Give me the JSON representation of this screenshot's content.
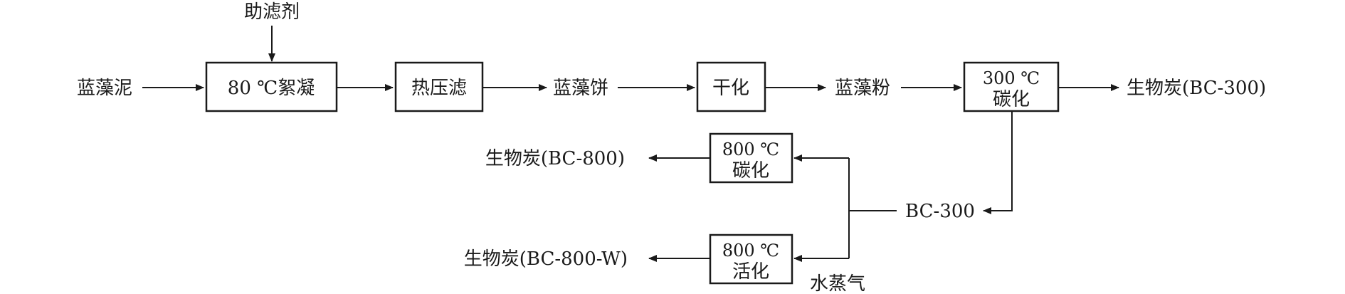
{
  "diagram": {
    "inputs": {
      "algae_mud": "蓝藻泥",
      "filter_aid": "助滤剂",
      "steam": "水蒸气"
    },
    "steps": {
      "flocculation": "80 ℃絮凝",
      "hot_press_filter": "热压滤",
      "drying": "干化",
      "carbonization_300": [
        "300 ℃",
        "碳化"
      ],
      "carbonization_800": [
        "800 ℃",
        "碳化"
      ],
      "activation_800": [
        "800 ℃",
        "活化"
      ]
    },
    "intermediates": {
      "algae_cake": "蓝藻饼",
      "algae_powder": "蓝藻粉",
      "bc300_intermediate": "BC-300"
    },
    "products": {
      "bc300": "生物炭(BC-300)",
      "bc800": "生物炭(BC-800)",
      "bc800w": "生物炭(BC-800-W)"
    },
    "colors": {
      "line": "#1a1a1a",
      "box_fill": "#ffffff"
    }
  }
}
